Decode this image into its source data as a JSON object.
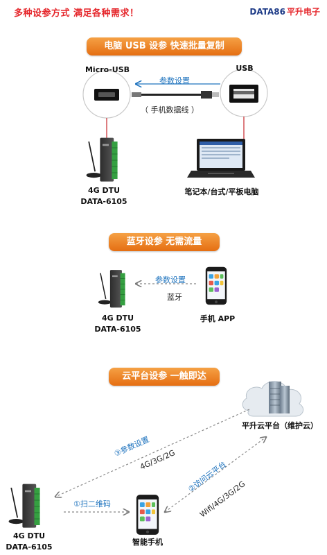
{
  "header": {
    "headline": "多种设参方式   满足各种需求！",
    "brand_en": "DATA86",
    "brand_cn": "平升电子"
  },
  "section_usb": {
    "banner": "电脑 USB 设参  快速批量复制",
    "micro_usb_label": "Micro-USB",
    "usb_label": "USB",
    "param_label": "参数设置",
    "cable_label": "（ 手机数据线 ）",
    "device_line1": "4G DTU",
    "device_line2": "DATA-6105",
    "computer_label": "笔记本/台式/平板电脑"
  },
  "section_bt": {
    "banner": "蓝牙设参   无需流量",
    "param_label": "参数设置",
    "bt_label": "蓝牙",
    "device_line1": "4G DTU",
    "device_line2": "DATA-6105",
    "phone_label": "手机 APP"
  },
  "section_cloud": {
    "banner": "云平台设参    一触即达",
    "cloud_label": "平升云平台（维护云）",
    "step3_label": "③参数设置",
    "net1_label": "4G/3G/2G",
    "step2_label": "②访问云平台",
    "net2_label": "Wifi/4G/3G/2G",
    "step1_label": "①扫二维码",
    "device_line1": "4G DTU",
    "device_line2": "DATA-6105",
    "phone_label": "智能手机"
  },
  "colors": {
    "headline_red": "#e5252a",
    "brand_blue": "#1f3c88",
    "banner_orange": "#ec7a1f",
    "link_blue": "#1e73be",
    "device_green": "#35a041"
  }
}
